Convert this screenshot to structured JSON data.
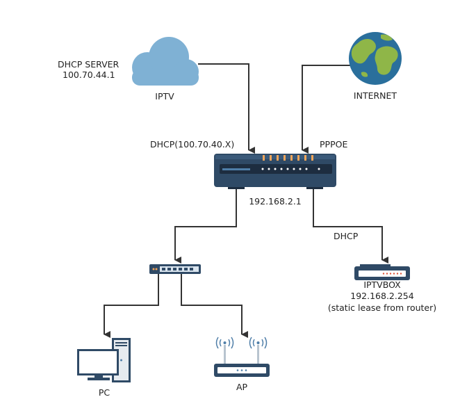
{
  "colors": {
    "line": "#333333",
    "cloud": "#7fb1d4",
    "globe_ocean": "#2a6f9c",
    "globe_land": "#8fb648",
    "device_dark": "#2f4a66",
    "device_panel": "#1d2d40",
    "led_orange": "#f2a65a",
    "led_white": "#ffffff"
  },
  "nodes": {
    "iptv": {
      "icon": "cloud-icon",
      "caption": "IPTV",
      "server_title": "DHCP SERVER",
      "server_ip": "100.70.44.1"
    },
    "internet": {
      "icon": "globe-icon",
      "caption": "INTERNET"
    },
    "router": {
      "icon": "router-icon",
      "ip": "192.168.2.1",
      "wan_iptv_label": "DHCP(100.70.40.X)",
      "wan_internet_label": "PPPOE"
    },
    "switch": {
      "icon": "switch-icon"
    },
    "iptvbox": {
      "icon": "set-top-box-icon",
      "link_label": "DHCP",
      "caption": "IPTVBOX",
      "ip": "192.168.2.254",
      "note": "(static lease from router)"
    },
    "pc": {
      "icon": "desktop-pc-icon",
      "caption": "PC"
    },
    "ap": {
      "icon": "access-point-icon",
      "caption": "AP"
    }
  }
}
